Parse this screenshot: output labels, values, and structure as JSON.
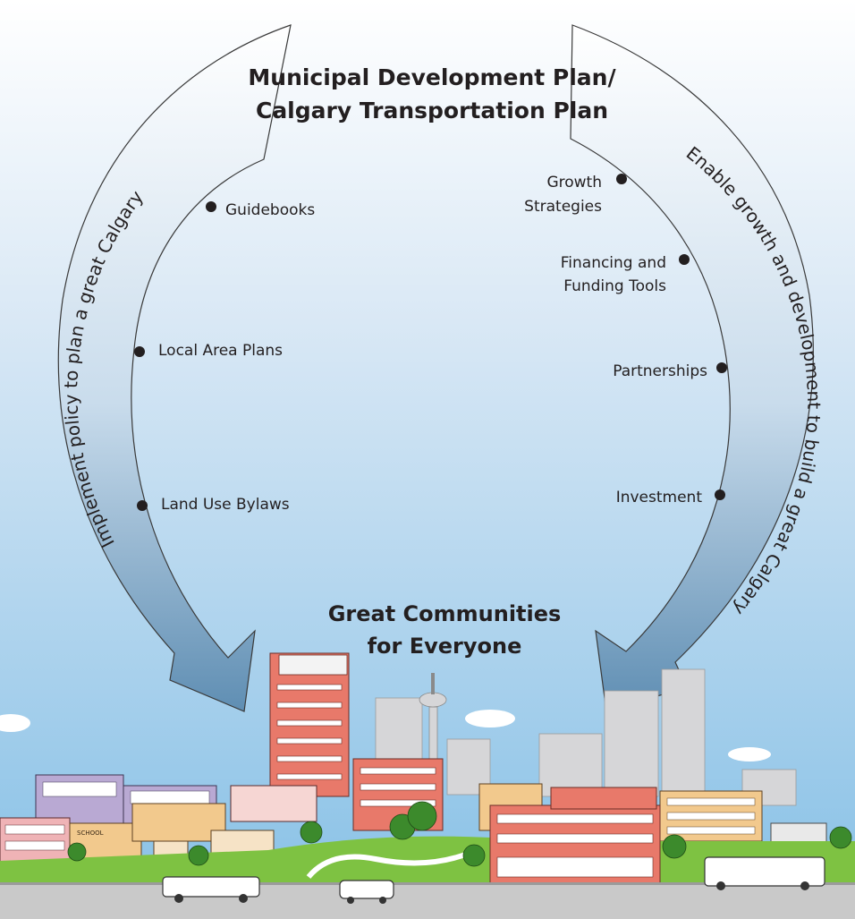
{
  "title": {
    "line1": "Municipal Development Plan/",
    "line2": "Calgary Transportation Plan"
  },
  "left_arrow": {
    "label": "Implement policy to plan a great Calgary",
    "steps": [
      "Guidebooks",
      "Local Area Plans",
      "Land Use Bylaws"
    ]
  },
  "right_arrow": {
    "label": "Enable growth and development to build a great Calgary",
    "steps": [
      {
        "line1": "Growth",
        "line2": "Strategies"
      },
      {
        "line1": "Financing and",
        "line2": "Funding Tools"
      },
      {
        "line1": "Partnerships",
        "line2": ""
      },
      {
        "line1": "Investment",
        "line2": ""
      }
    ]
  },
  "outcome": {
    "line1": "Great Communities",
    "line2": "for Everyone"
  },
  "illustration": {
    "school_sign": "SCHOOL"
  },
  "colors": {
    "sky_top": "#ffffff",
    "sky_bottom": "#86c0e6",
    "arrow_light": "#eef3f8",
    "arrow_dark": "#5f8eb3",
    "grass": "#7ec242",
    "road": "#c9c9c9",
    "brick": "#e8796a",
    "tower_gray": "#d6d6d8"
  }
}
